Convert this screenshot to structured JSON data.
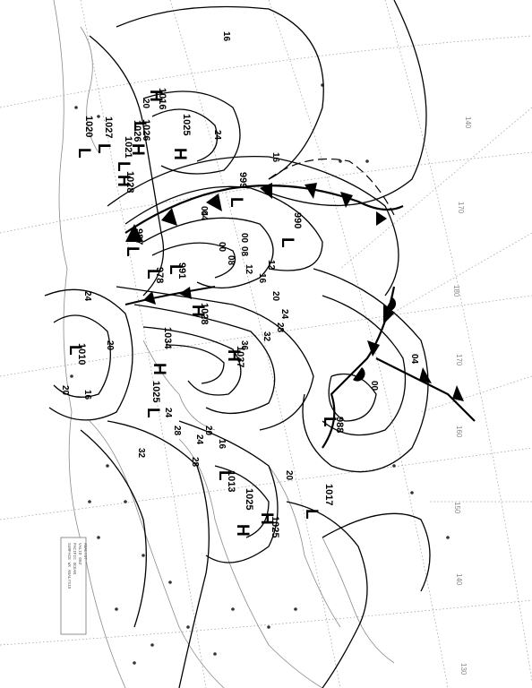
{
  "isobar_labels": [
    "16",
    "20",
    "24",
    "16",
    "12",
    "08",
    "04",
    "00",
    "16",
    "20",
    "24",
    "28",
    "32",
    "36",
    "04",
    "00",
    "20",
    "16",
    "20",
    "24",
    "28",
    "32",
    "28",
    "24",
    "20",
    "16",
    "12",
    "08",
    "04",
    "00",
    "24",
    "20"
  ],
  "pressure_centers": [
    {
      "type": "H",
      "value": "1025"
    },
    {
      "type": "L",
      "value": "1020"
    },
    {
      "type": "L",
      "value": "1027"
    },
    {
      "type": "L",
      "value": "1021"
    },
    {
      "type": "H",
      "value": "1028"
    },
    {
      "type": "L",
      "value": "1026"
    },
    {
      "type": "H",
      "value": "1016"
    },
    {
      "type": "L",
      "value": "999"
    },
    {
      "type": "L",
      "value": "990"
    },
    {
      "type": "L",
      "value": "987"
    },
    {
      "type": "L",
      "value": "978"
    },
    {
      "type": "L",
      "value": "991"
    },
    {
      "type": "H",
      "value": "1028"
    },
    {
      "type": "H",
      "value": "1034"
    },
    {
      "type": "H",
      "value": "1037"
    },
    {
      "type": "L",
      "value": "1010"
    },
    {
      "type": "L",
      "value": "1025"
    },
    {
      "type": "L",
      "value": "988"
    },
    {
      "type": "L",
      "value": "1013"
    },
    {
      "type": "H",
      "value": "1025"
    },
    {
      "type": "H",
      "value": "1025"
    },
    {
      "type": "L",
      "value": "1017"
    },
    {
      "type": "H",
      "value": "1026"
    }
  ],
  "longitude_labels": [
    "140",
    "170",
    "180",
    "170",
    "160",
    "150",
    "140",
    "130"
  ],
  "info_box_lines": [
    "SURFACE WX ANALYSIS",
    "PACIFIC OCEAN",
    "VALID 00Z",
    "ANALYST"
  ],
  "colors": {
    "lines": "#000000",
    "graticule": "#9a9a9a",
    "land": "#8a8a8a",
    "background": "#ffffff"
  }
}
